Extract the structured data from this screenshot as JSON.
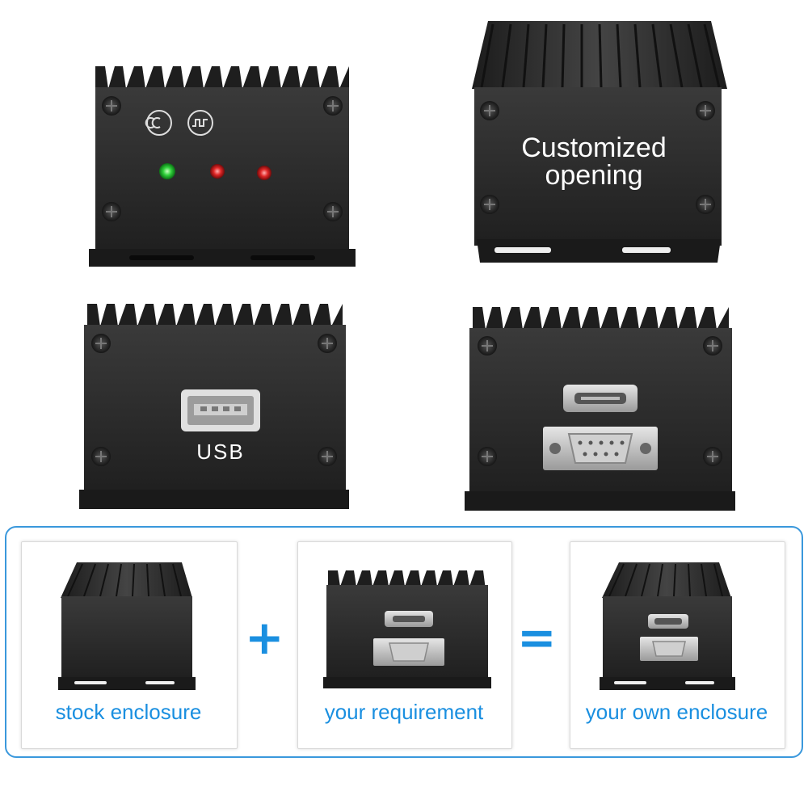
{
  "photos": {
    "led_box": {
      "marks": [
        "certification-mark-a",
        "certification-mark-b"
      ],
      "led_colors": [
        "#2fd03a",
        "#e02626",
        "#e02626"
      ]
    },
    "custom_box": {
      "text_line1": "Customized",
      "text_line2": "opening"
    },
    "usb_box": {
      "port_label": "USB"
    },
    "serial_box": {
      "ports": [
        "micro-usb-port",
        "db9-serial-port"
      ]
    }
  },
  "comparison": {
    "operator_plus": "+",
    "operator_equals": "=",
    "captions": [
      "stock enclosure",
      "your requirement",
      "your own enclosure"
    ]
  },
  "colors": {
    "accent": "#1a8fe0",
    "panel_border": "#3a98dc",
    "enclosure": "#2a2a2a"
  }
}
